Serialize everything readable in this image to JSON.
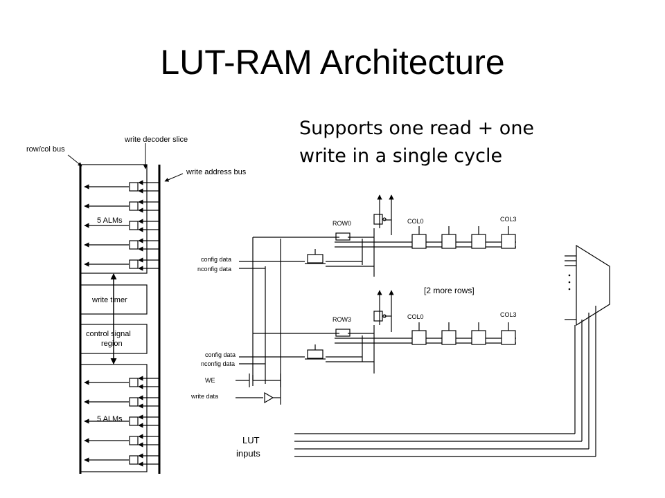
{
  "slide": {
    "title": "LUT-RAM Architecture",
    "bullet_line1": "Supports one read + one",
    "bullet_line2": "write in a single cycle"
  },
  "left_diagram": {
    "row_col_bus": "row/col bus",
    "write_decoder_slice": "write decoder slice",
    "write_address_bus": "write address bus",
    "alms_top": "5 ALMs",
    "alms_bottom": "5 ALMs",
    "write_timer": "write timer",
    "control_signal_line1": "control signal",
    "control_signal_line2": "region"
  },
  "right_diagram": {
    "row0": "ROW0",
    "row3": "ROW3",
    "col0_top": "COL0",
    "col3_top": "COL3",
    "col0_bottom": "COL0",
    "col3_bottom": "COL3",
    "more_rows": "[2 more rows]",
    "config_data_1": "config data",
    "nconfig_data_1": "nconfig data",
    "config_data_2": "config data",
    "nconfig_data_2": "nconfig data",
    "we": "WE",
    "write_data": "write data",
    "lut_inputs_line1": "LUT",
    "lut_inputs_line2": "inputs"
  },
  "colors": {
    "ink": "#000000",
    "background": "#ffffff"
  }
}
